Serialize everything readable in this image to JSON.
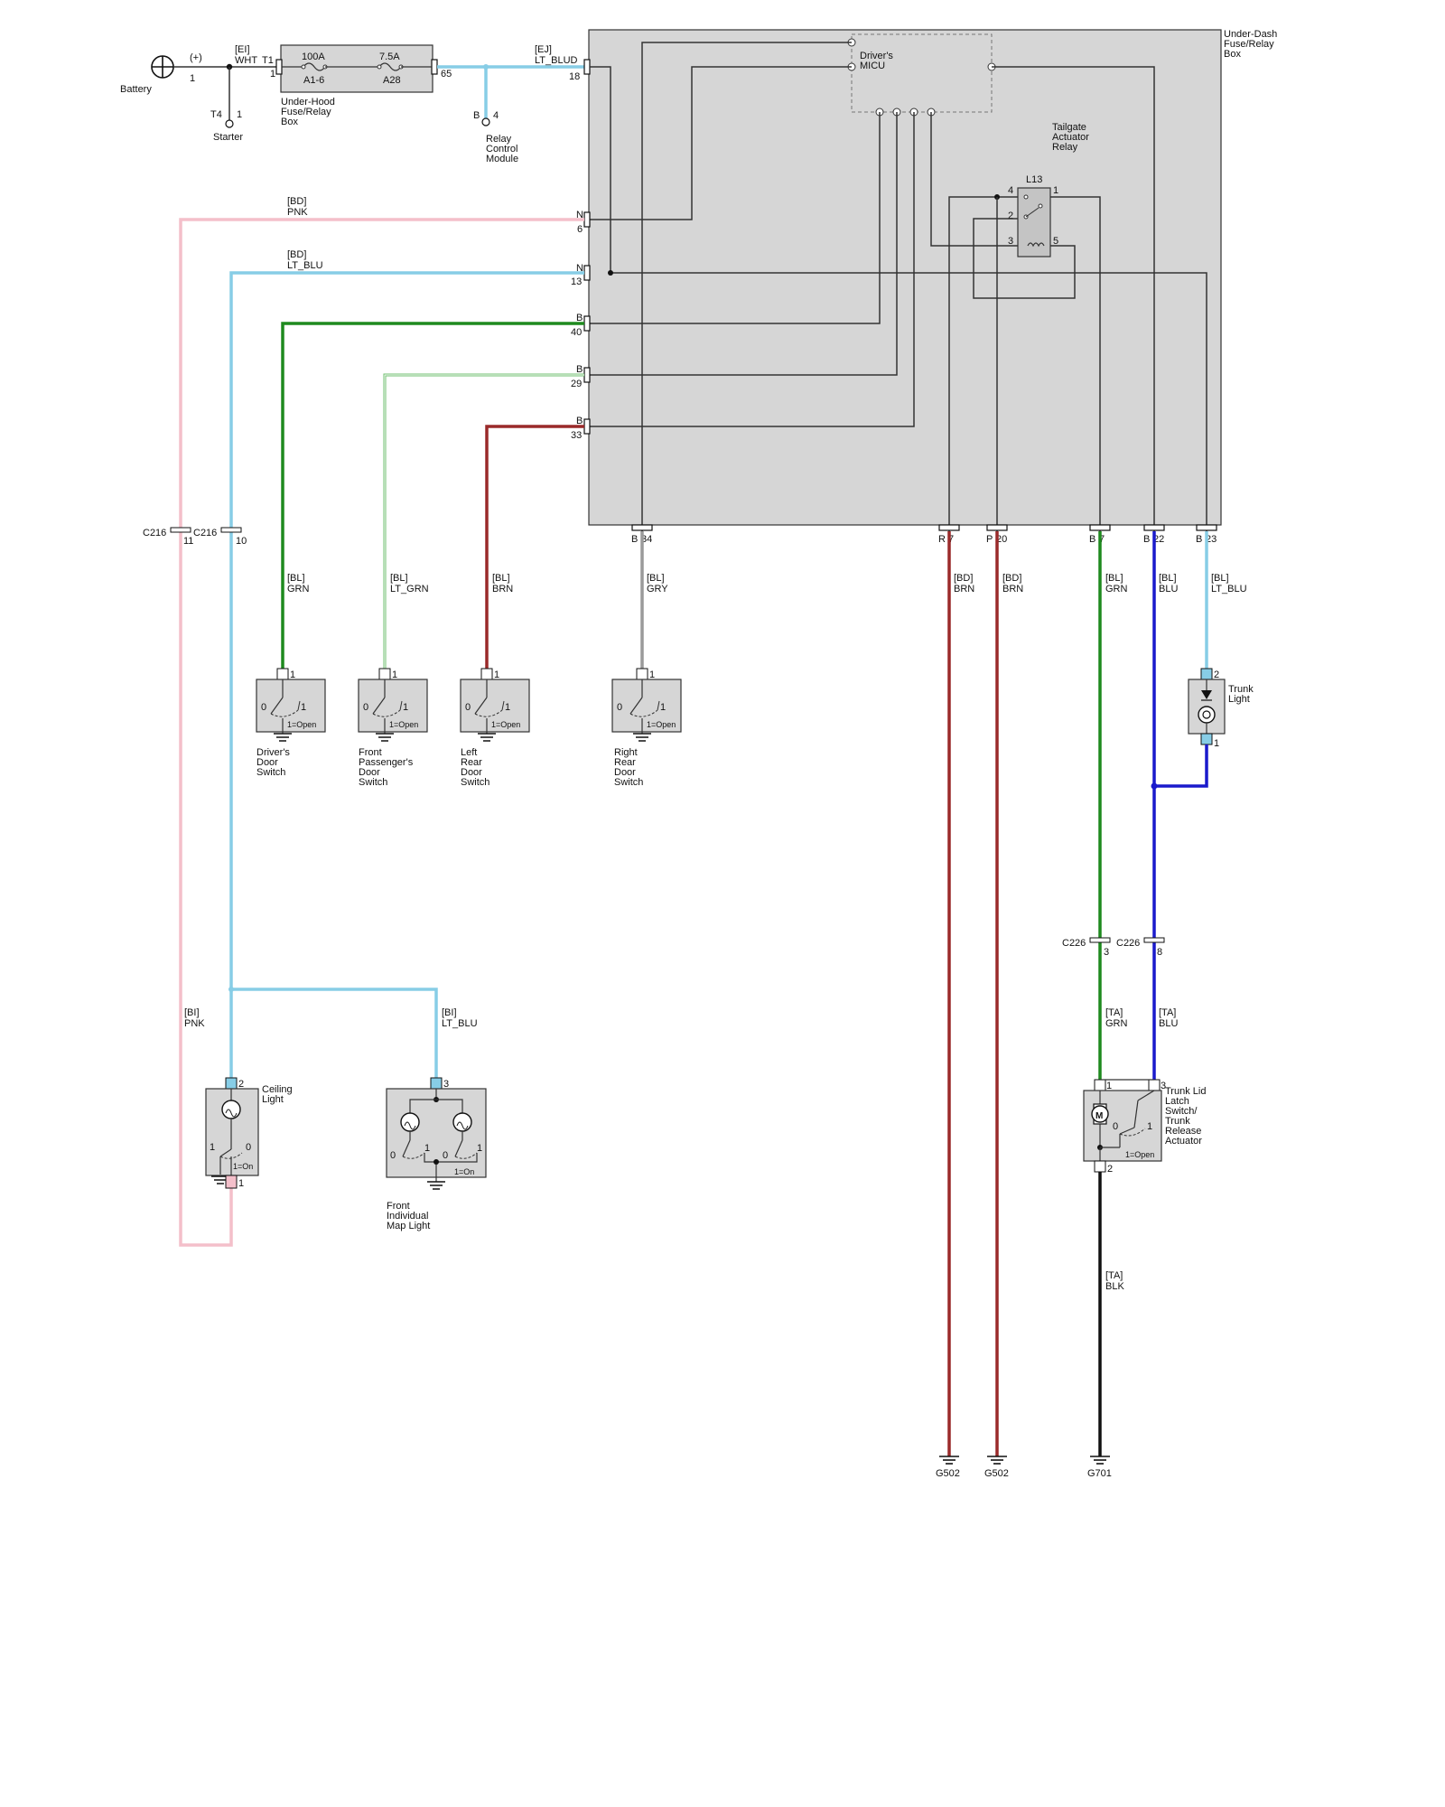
{
  "colors": {
    "pnk": "#f4bfca",
    "lt_blu": "#87cde6",
    "grn": "#1e8a1e",
    "lt_grn": "#6fbf6f",
    "brn": "#9a2a2a",
    "gry": "#9a9a9a",
    "blu": "#1a1acc",
    "blk": "#111111",
    "dark": "#333333",
    "box_fill": "#d6d6d6"
  },
  "top": {
    "battery": "Battery",
    "plus": "(+)",
    "pin1": "1",
    "ei_tag": "[EI]",
    "wht": "WHT",
    "t1": "T1",
    "t4": "T4",
    "t4_pin": "1",
    "starter": "Starter",
    "fuse_100a": "100A",
    "fuse_a16": "A1-6",
    "fuse_75a": "7.5A",
    "fuse_a28": "A28",
    "uh_box_pin_left": "1",
    "uh_box_pin_right": "65",
    "underhood": [
      "Under-Hood",
      "Fuse/Relay",
      "Box"
    ],
    "b_pin": "B",
    "four": "4",
    "relay_ctrl": [
      "Relay",
      "Control",
      "Module"
    ],
    "ej_tag": "[EJ]",
    "lt_blu_d": "LT_BLUD",
    "pin18": "18"
  },
  "udbox": {
    "title": [
      "Under-Dash",
      "Fuse/Relay",
      "Box"
    ],
    "micu": [
      "Driver's",
      "MICU"
    ],
    "tailgate": [
      "Tailgate",
      "Actuator",
      "Relay"
    ],
    "l13": "L13",
    "relay_pins": [
      "4",
      "1",
      "2",
      "3",
      "5"
    ],
    "left_pins": [
      {
        "letter": "N",
        "num": "6"
      },
      {
        "letter": "N",
        "num": "13"
      },
      {
        "letter": "B",
        "num": "40"
      },
      {
        "letter": "B",
        "num": "29"
      },
      {
        "letter": "B",
        "num": "33"
      }
    ],
    "bottom_pins": [
      {
        "letter": "B",
        "num": "34"
      },
      {
        "letter": "R",
        "num": "7"
      },
      {
        "letter": "P",
        "num": "20"
      },
      {
        "letter": "B",
        "num": "7"
      },
      {
        "letter": "B",
        "num": "22"
      },
      {
        "letter": "B",
        "num": "23"
      }
    ]
  },
  "wires": {
    "bd_pnk": [
      "[BD]",
      "PNK"
    ],
    "bd_ltblu": [
      "[BD]",
      "LT_BLU"
    ],
    "bl_grn": [
      "[BL]",
      "GRN"
    ],
    "bl_ltgrn": [
      "[BL]",
      "LT_GRN"
    ],
    "bl_brn": [
      "[BL]",
      "BRN"
    ],
    "bl_gry": [
      "[BL]",
      "GRY"
    ],
    "bd_brn1": [
      "[BD]",
      "BRN"
    ],
    "bd_brn2": [
      "[BD]",
      "BRN"
    ],
    "bl_grn2": [
      "[BL]",
      "GRN"
    ],
    "bl_blu": [
      "[BL]",
      "BLU"
    ],
    "bl_ltblu2": [
      "[BL]",
      "LT_BLU"
    ],
    "bi_pnk": [
      "[BI]",
      "PNK"
    ],
    "bi_ltblu": [
      "[BI]",
      "LT_BLU"
    ],
    "ta_grn": [
      "[TA]",
      "GRN"
    ],
    "ta_blu": [
      "[TA]",
      "BLU"
    ],
    "ta_blk": [
      "[TA]",
      "BLK"
    ]
  },
  "connectors": {
    "c216a": "C216",
    "c216a_pin": "11",
    "c216b": "C216",
    "c216b_pin": "10",
    "c226a": "C226",
    "c226a_pin": "3",
    "c226b": "C226",
    "c226b_pin": "8"
  },
  "switches": {
    "pin": "1",
    "state_0": "0",
    "state_1": "1",
    "open_note": "1=Open",
    "drivers": [
      "Driver's",
      "Door",
      "Switch"
    ],
    "front_pass": [
      "Front",
      "Passenger's",
      "Door",
      "Switch"
    ],
    "left_rear": [
      "Left",
      "Rear",
      "Door",
      "Switch"
    ],
    "right_rear": [
      "Right",
      "Rear",
      "Door",
      "Switch"
    ]
  },
  "trunk_light": {
    "label": [
      "Trunk",
      "Light"
    ],
    "pin_top": "2",
    "pin_bot": "1"
  },
  "ceiling": {
    "label": [
      "Ceiling",
      "Light"
    ],
    "pin_top": "2",
    "pin_bot": "1",
    "s1": "1",
    "s0": "0",
    "note": "1=On"
  },
  "maplight": {
    "label": [
      "Front",
      "Individual",
      "Map Light"
    ],
    "pin_top": "3",
    "s0a": "0",
    "s1a": "1",
    "s0b": "0",
    "s1b": "1",
    "note": "1=On"
  },
  "trunk_latch": {
    "label": [
      "Trunk Lid",
      "Latch",
      "Switch/",
      "Trunk",
      "Release",
      "Actuator"
    ],
    "pin_1": "1",
    "pin_3": "3",
    "pin_2": "2",
    "s0": "0",
    "s1": "1",
    "motor": "M",
    "note": "1=Open"
  },
  "grounds": {
    "g502a": "G502",
    "g502b": "G502",
    "g701": "G701"
  }
}
